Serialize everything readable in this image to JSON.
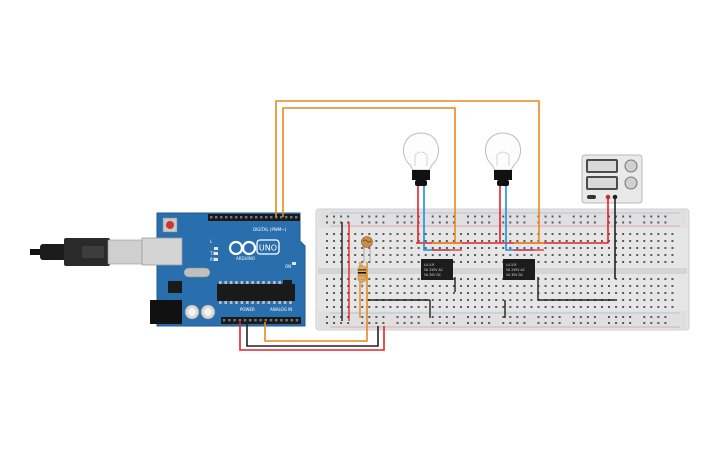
{
  "colors": {
    "board": "#2a6fad",
    "board_dark": "#1f5a8f",
    "breadboard": "#e6e6e6",
    "breadboard_rail": "#d8d8d8",
    "hole": "#555555",
    "wire_orange": "#e8891c",
    "wire_red": "#e0232a",
    "wire_black": "#222222",
    "wire_blue": "#1e90d6",
    "relay": "#1c1c1c",
    "bulb_base": "#111111",
    "power_supply": "#e9e9e9"
  },
  "arduino": {
    "logo_text": "UNO",
    "brand_text": "ARDUINO",
    "digital_label": "DIGITAL (PWM~)",
    "power_label": "POWER",
    "analog_label": "ANALOG IN",
    "on_label": "ON",
    "tx_label": "TX",
    "rx_label": "RX",
    "l_label": "L"
  },
  "relays": [
    {
      "id": "relay-1",
      "line1": "LU-5-R",
      "line2": "5A 250V AC",
      "line3": "5A 30V DC"
    },
    {
      "id": "relay-2",
      "line1": "LU-5-R",
      "line2": "5A 250V AC",
      "line3": "5A 30V DC"
    }
  ]
}
